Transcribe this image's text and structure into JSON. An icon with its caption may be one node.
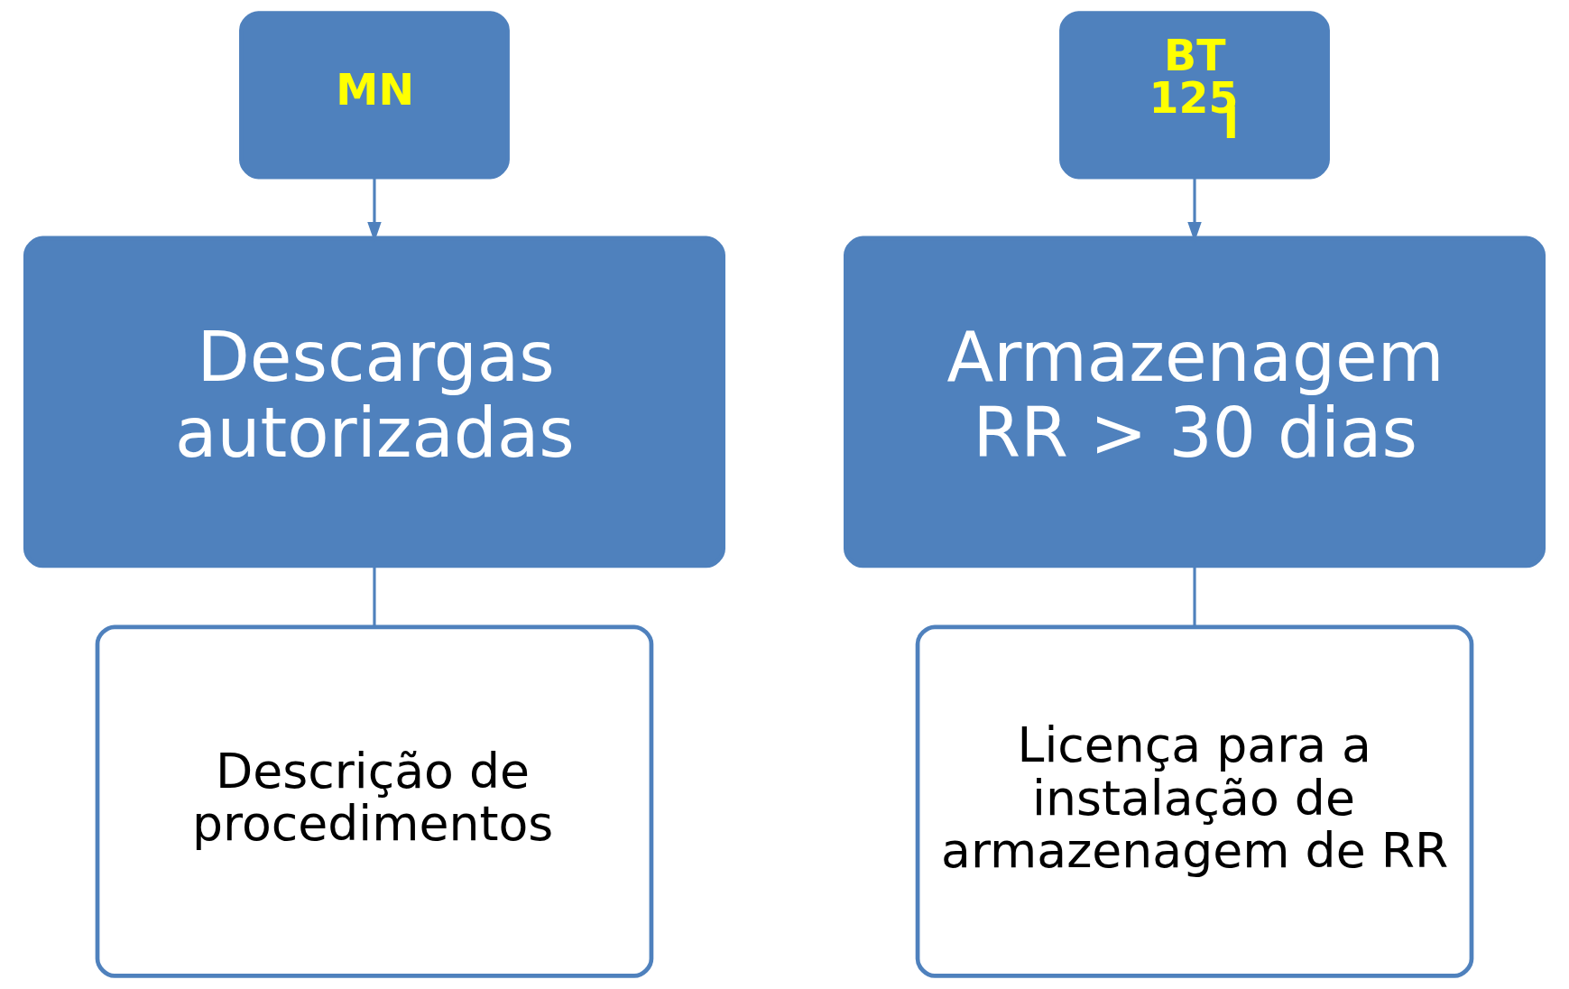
{
  "diagram": {
    "nodes": [
      {
        "text": [
          "MN"
        ]
      },
      {
        "text": [
          "Descargas autorizadas"
        ]
      },
      {
        "text": [
          "Descrição de procedimentos"
        ]
      },
      {
        "text": [
          "BT",
          "$^{125}$I"
        ]
      },
      {
        "text": [
          "Armazenagem RR > 30 dias"
        ]
      },
      {
        "text": [
          "Licença para a instalação de armazenagem de RR"
        ]
      }
    ],
    "edges": [
      {
        "from": 0,
        "to": 1,
        "arrow": "to"
      },
      {
        "from": 1,
        "to": 2,
        "arrow": "none"
      },
      {
        "from": 3,
        "to": 4,
        "arrow": "to"
      },
      {
        "from": 4,
        "to": 5,
        "arrow": "none"
      }
    ]
  }
}
